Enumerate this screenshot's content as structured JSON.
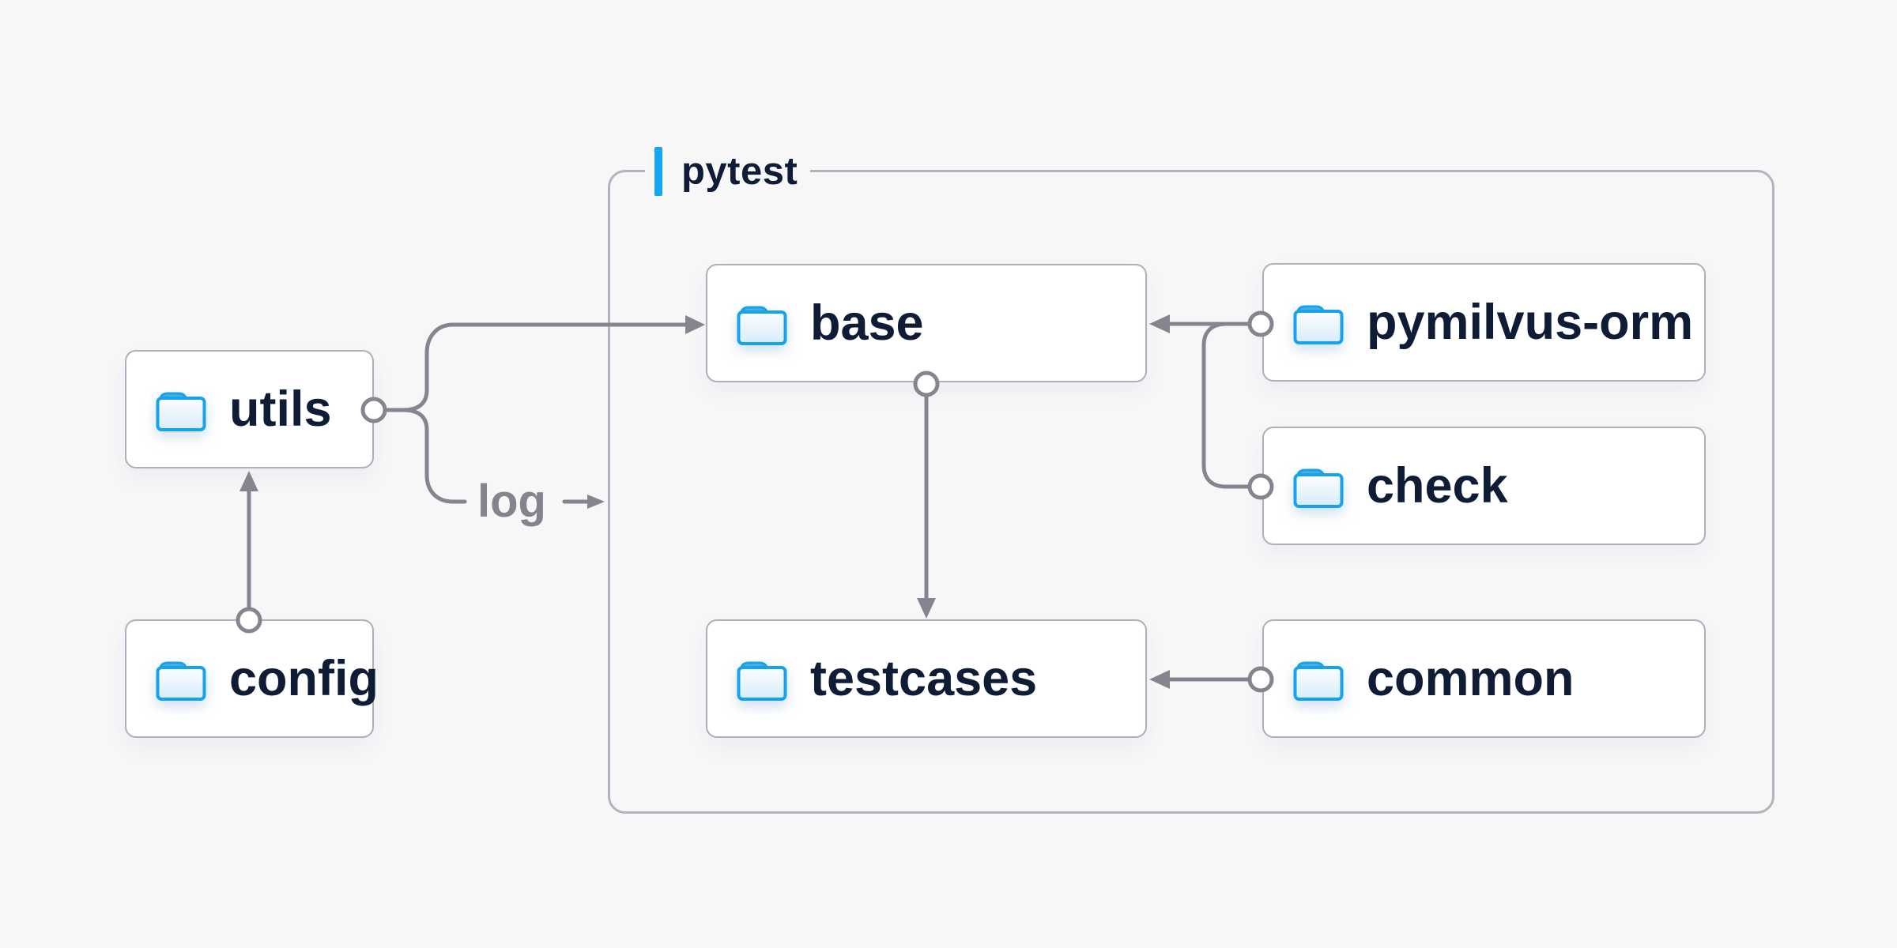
{
  "diagram": {
    "group": {
      "label": "pytest"
    },
    "nodes": [
      {
        "id": "utils",
        "label": "utils"
      },
      {
        "id": "config",
        "label": "config"
      },
      {
        "id": "base",
        "label": "base"
      },
      {
        "id": "pymilvus-orm",
        "label": "pymilvus-orm"
      },
      {
        "id": "check",
        "label": "check"
      },
      {
        "id": "testcases",
        "label": "testcases"
      },
      {
        "id": "common",
        "label": "common"
      }
    ],
    "log_label": "log",
    "edges": [
      {
        "from": "config",
        "to": "utils"
      },
      {
        "from": "utils",
        "to": "base"
      },
      {
        "from": "utils",
        "to": "log",
        "label": "log"
      },
      {
        "from": "base",
        "to": "testcases"
      },
      {
        "from": "pymilvus-orm",
        "to": "base"
      },
      {
        "from": "check",
        "to": "base"
      },
      {
        "from": "common",
        "to": "testcases"
      }
    ],
    "colors": {
      "background": "#f7f7f8",
      "node_fill": "#ffffff",
      "node_border": "#aeafbb",
      "group_border": "#b2b3be",
      "wire": "#85858f",
      "text": "#0e1c36",
      "accent_blue": "#14a6f1",
      "folder_blue": "#17a2ec",
      "muted_label": "#84848f"
    }
  }
}
